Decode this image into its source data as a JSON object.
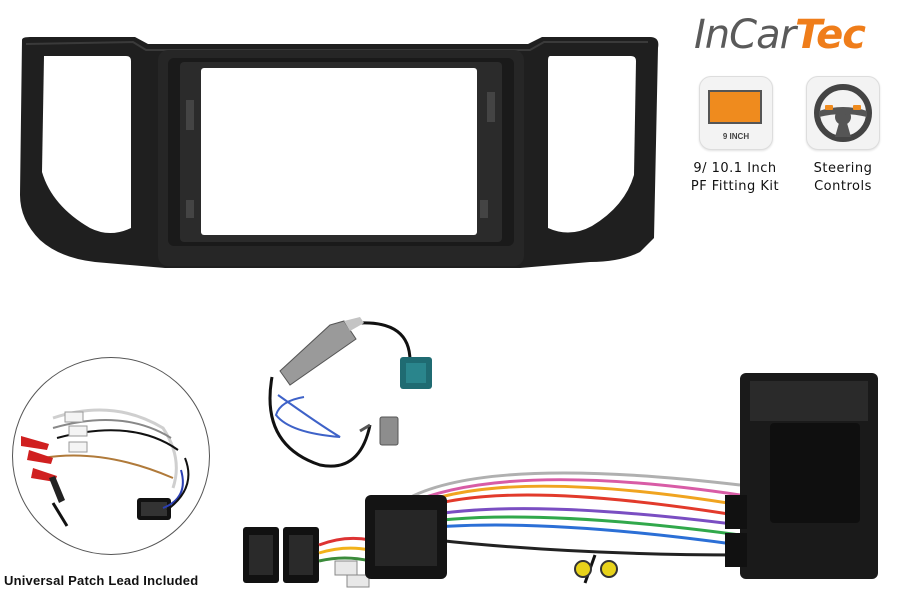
{
  "brand": {
    "name_part1": "InCar",
    "name_part2": "Tec",
    "accent_color": "#ef7d1a",
    "text_color": "#5a5a5a"
  },
  "features": [
    {
      "icon": "screen-icon",
      "tag": "9 INCH",
      "caption_line1": "9/ 10.1 Inch",
      "caption_line2": "PF Fitting Kit"
    },
    {
      "icon": "steering-wheel-icon",
      "caption_line1": "Steering",
      "caption_line2": "Controls"
    }
  ],
  "patch_lead": {
    "caption": "Universal Patch Lead Included"
  }
}
